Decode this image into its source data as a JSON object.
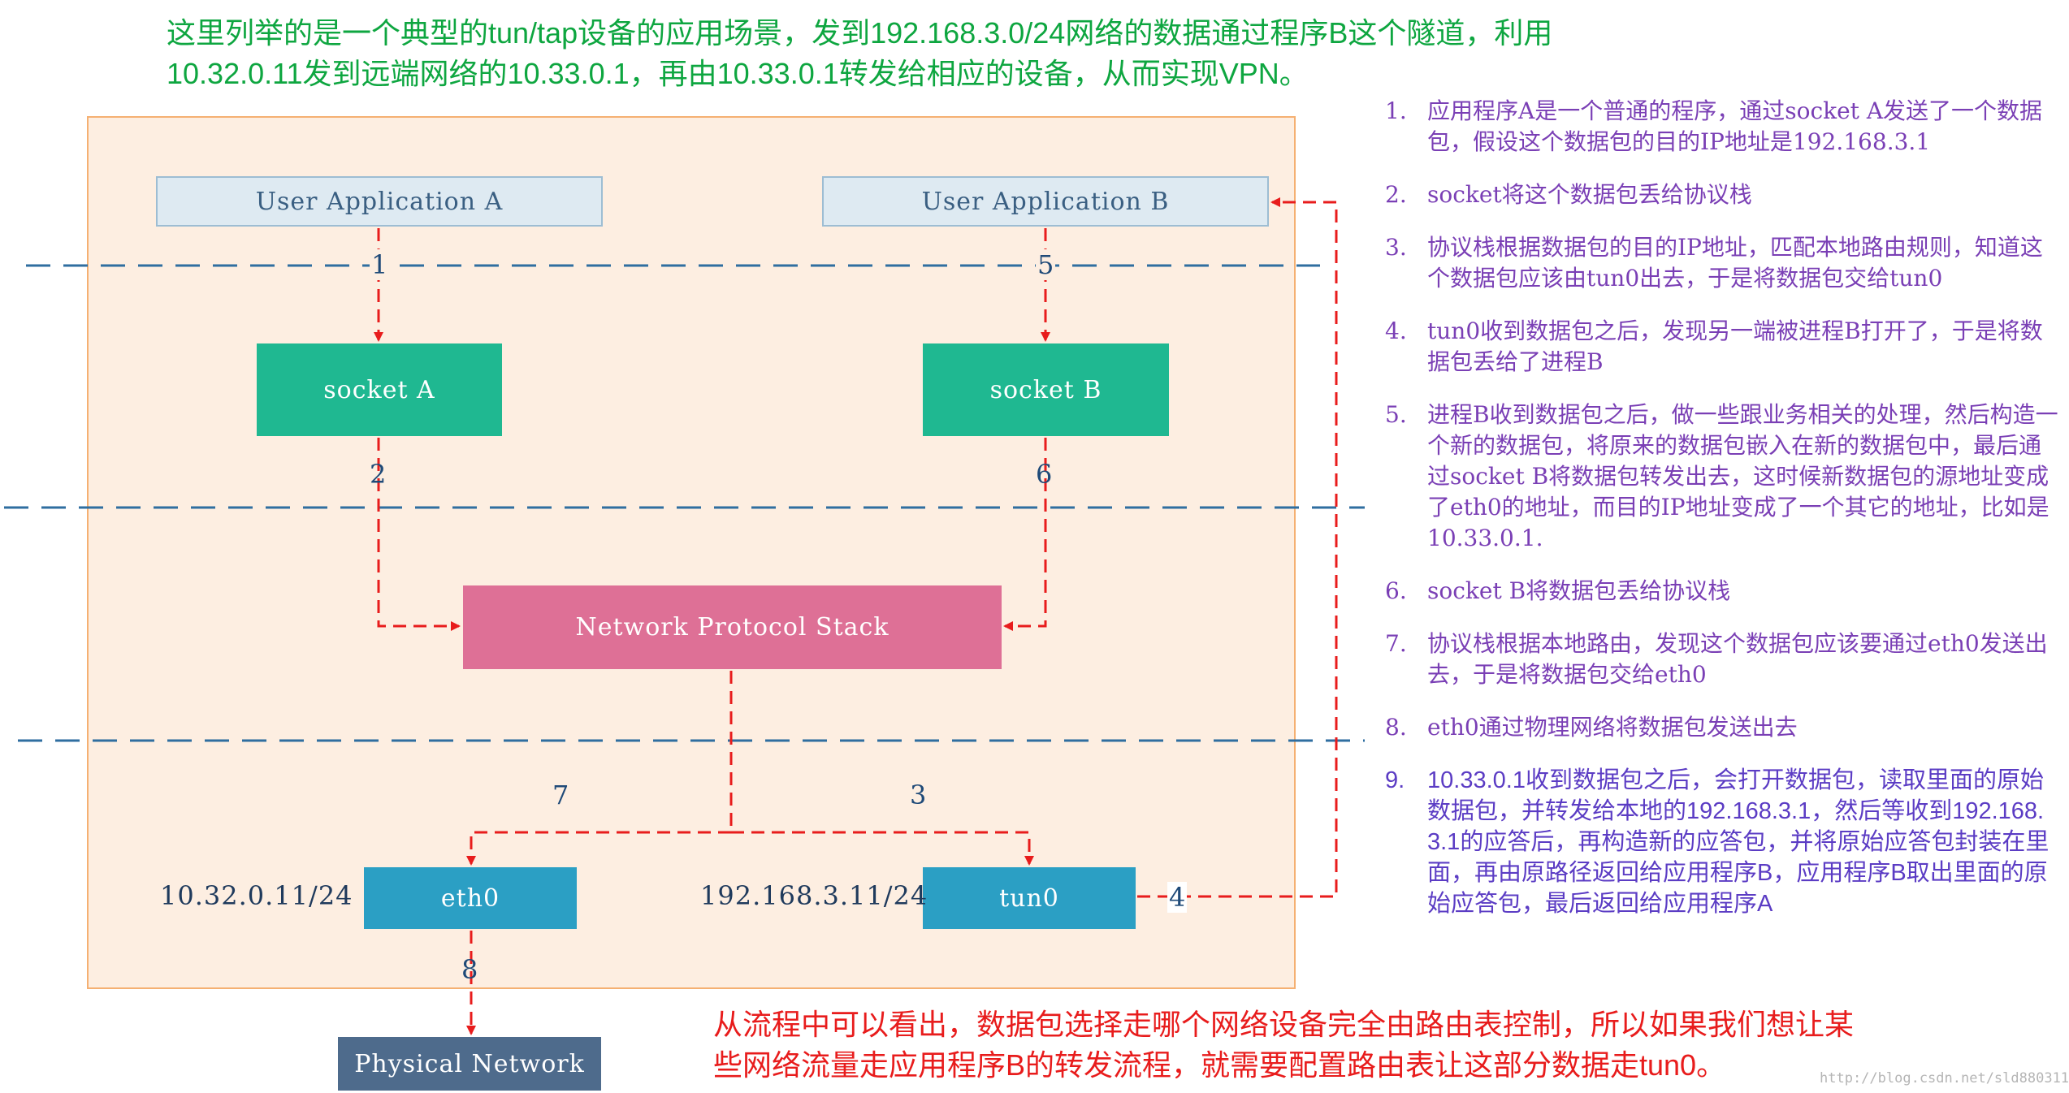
{
  "header": {
    "line1": "这里列举的是一个典型的tun/tap设备的应用场景，发到192.168.3.0/24网络的数据通过程序B这个隧道，利用",
    "line2": "10.32.0.11发到远端网络的10.33.0.1，再由10.33.0.1转发给相应的设备，从而实现VPN。"
  },
  "diagram": {
    "user_app_a": "User Application A",
    "user_app_b": "User Application B",
    "socket_a": "socket A",
    "socket_b": "socket B",
    "protocol_stack": "Network Protocol Stack",
    "eth0": "eth0",
    "tun0": "tun0",
    "physical_network": "Physical Network",
    "eth0_ip": "10.32.0.11/24",
    "tun0_ip": "192.168.3.11/24",
    "labels": {
      "n1": "1",
      "n2": "2",
      "n3": "3",
      "n4": "4",
      "n5": "5",
      "n6": "6",
      "n7": "7",
      "n8": "8"
    }
  },
  "steps": [
    {
      "num": "1.",
      "text": "应用程序A是一个普通的程序，通过socket A发送了一个数据包，假设这个数据包的目的IP地址是192.168.3.1"
    },
    {
      "num": "2.",
      "text": "socket将这个数据包丢给协议栈"
    },
    {
      "num": "3.",
      "text": "协议栈根据数据包的目的IP地址，匹配本地路由规则，知道这个数据包应该由tun0出去，于是将数据包交给tun0"
    },
    {
      "num": "4.",
      "text": "tun0收到数据包之后，发现另一端被进程B打开了，于是将数据包丢给了进程B"
    },
    {
      "num": "5.",
      "text": "进程B收到数据包之后，做一些跟业务相关的处理，然后构造一个新的数据包，将原来的数据包嵌入在新的数据包中，最后通过socket B将数据包转发出去，这时候新数据包的源地址变成了eth0的地址，而目的IP地址变成了一个其它的地址，比如是10.33.0.1."
    },
    {
      "num": "6.",
      "text": "socket B将数据包丢给协议栈"
    },
    {
      "num": "7.",
      "text": "协议栈根据本地路由，发现这个数据包应该要通过eth0发送出去，于是将数据包交给eth0"
    },
    {
      "num": "8.",
      "text": "eth0通过物理网络将数据包发送出去"
    },
    {
      "num": "9.",
      "text": "10.33.0.1收到数据包之后，会打开数据包，读取里面的原始数据包，并转发给本地的192.168.3.1，然后等收到192.168.3.1的应答后，再构造新的应答包，并将原始应答包封装在里面，再由原路径返回给应用程序B，应用程序B取出里面的原始应答包，最后返回给应用程序A"
    }
  ],
  "note": {
    "line1": "从流程中可以看出，数据包选择走哪个网络设备完全由路由表控制，所以如果我们想让某",
    "line2": "些网络流量走应用程序B的转发流程，就需要配置路由表让这部分数据走tun0。"
  },
  "watermark": "http://blog.csdn.net/sld880311",
  "colors": {
    "title": "#0ea640",
    "panel_bg": "#fdeee1",
    "panel_border": "#f5b072",
    "socket": "#1fb891",
    "stack": "#de7096",
    "device": "#2b9fc4",
    "physical": "#4e6b8c",
    "arrow": "#e81c1c",
    "divider": "#2f6ea0",
    "steps_text": "#7a3fb5",
    "note": "#e81c1c"
  }
}
